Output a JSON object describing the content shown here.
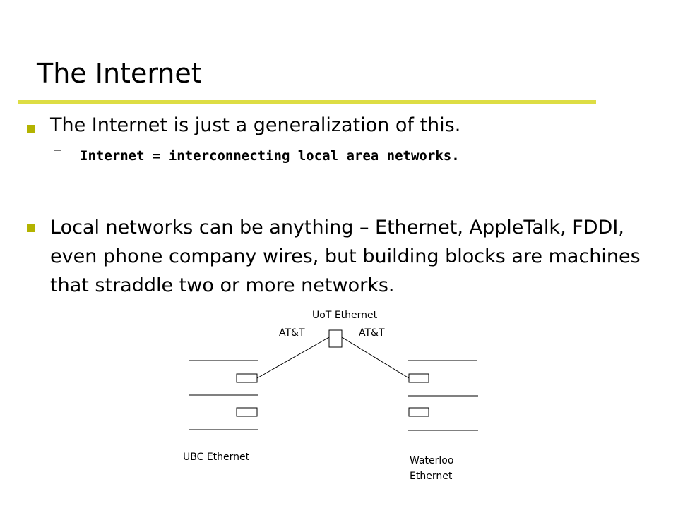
{
  "slide": {
    "title": "The Internet",
    "bullets": [
      {
        "text": "The Internet is just a generalization of this.",
        "sub": "Internet = interconnecting local area networks."
      },
      {
        "text": "Local networks can be anything – Ethernet, AppleTalk, FDDI, even phone company wires, but building blocks are machines that straddle two or more networks."
      }
    ]
  },
  "diagram": {
    "center_network": "UoT Ethernet",
    "left_link": "AT&T",
    "right_link": "AT&T",
    "left_network": "UBC Ethernet",
    "right_network": "Waterloo Ethernet"
  },
  "colors": {
    "rule": "#dddd44",
    "bullet": "#b3b300"
  }
}
